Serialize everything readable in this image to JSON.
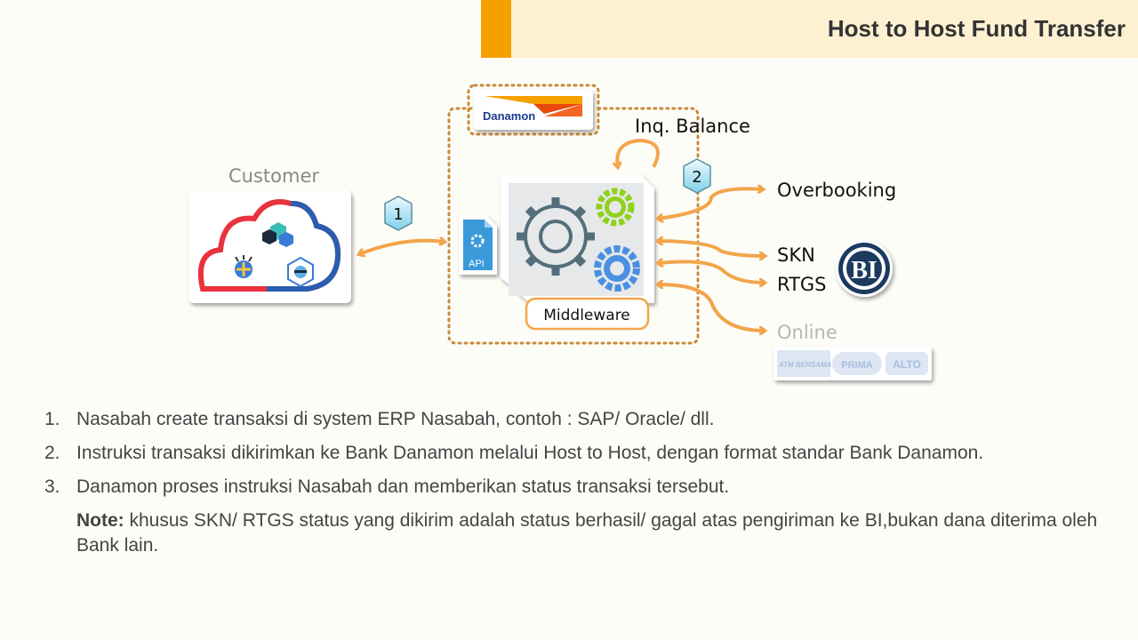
{
  "header": {
    "title": "Host to Host Fund Transfer"
  },
  "diagram": {
    "customer_label": "Customer",
    "bank_logo_text": "Danamon",
    "middleware_label": "Middleware",
    "api_label": "API",
    "inq_balance_label": "Inq. Balance",
    "step1": "1",
    "step2": "2",
    "targets": {
      "overbooking": "Overbooking",
      "skn": "SKN",
      "rtgs": "RTGS",
      "online": "Online"
    },
    "bi_logo_text": "BI",
    "network_logos": [
      "ATM BERSAMA",
      "PRIMA",
      "ALTO"
    ]
  },
  "steps": [
    {
      "num": "1.",
      "text": "Nasabah create transaksi di system ERP Nasabah, contoh : SAP/ Oracle/ dll."
    },
    {
      "num": "2.",
      "text": "Instruksi transaksi dikirimkan ke Bank Danamon melalui Host to Host, dengan format standar Bank Danamon."
    },
    {
      "num": "3.",
      "text": "Danamon proses  instruksi Nasabah dan memberikan status transaksi tersebut."
    }
  ],
  "note": {
    "label": "Note:",
    "text": " khusus SKN/ RTGS status yang dikirim adalah status berhasil/ gagal atas pengiriman ke BI,bukan dana diterima oleh Bank lain."
  },
  "colors": {
    "accent": "#f6a000",
    "band": "#fdf1d2",
    "arrow": "#f2a54a",
    "gear_green": "#8ed21b",
    "gear_blue": "#4a90e2",
    "gear_gray": "#546e7a"
  }
}
